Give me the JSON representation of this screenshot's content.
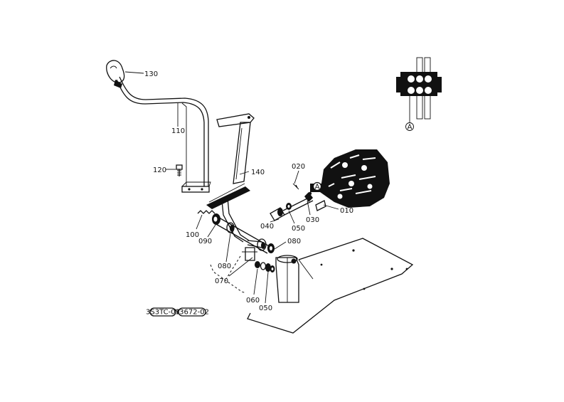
{
  "diagram": {
    "part_labels": {
      "p130": "130",
      "p110": "110",
      "p120": "120",
      "p140": "140",
      "p020": "020",
      "p010": "010",
      "p030": "030",
      "p040": "040",
      "p050a": "050",
      "p100": "100",
      "p090": "090",
      "p080a": "080",
      "p080b": "080",
      "p070": "070",
      "p060": "060",
      "p050b": "050",
      "inset_marker": "A",
      "valve_marker": "A"
    },
    "stamps": {
      "stamp_left": "3S3TC-01",
      "stamp_right": "Y3672-02"
    }
  }
}
